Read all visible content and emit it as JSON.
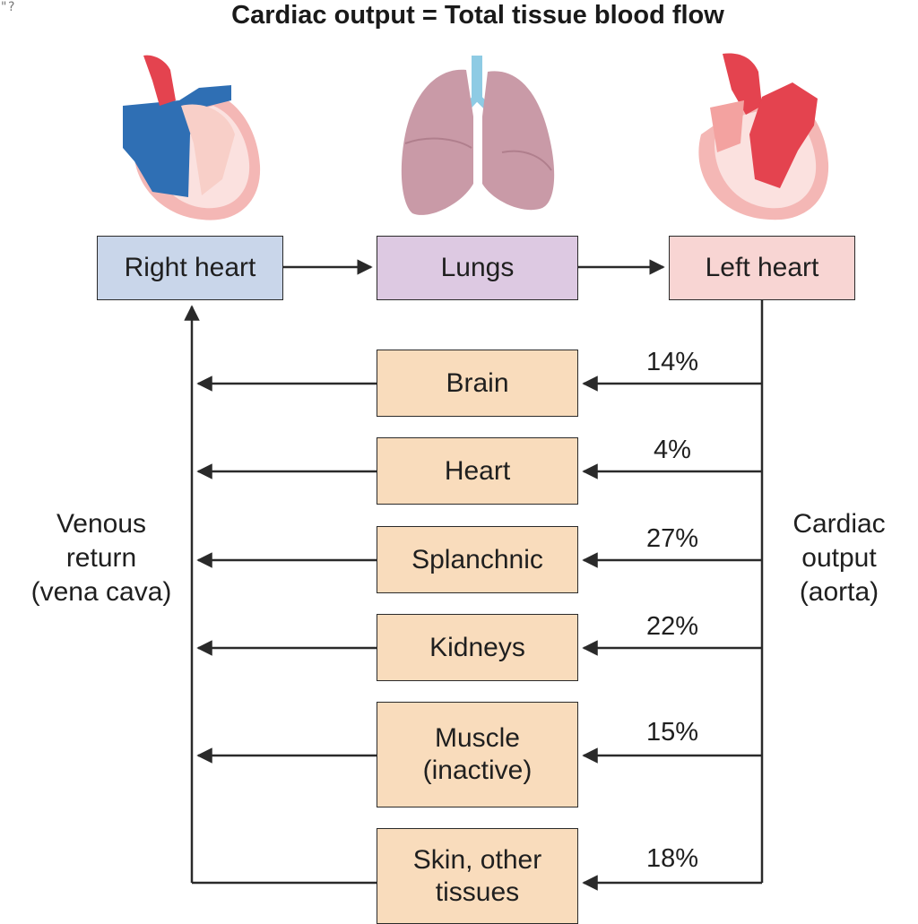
{
  "title": "Cardiac output = Total tissue blood flow",
  "corner_mark": "\"?",
  "colors": {
    "right_heart_box": "#c9d6ea",
    "lungs_box": "#ddc9e2",
    "left_heart_box": "#f8d5d3",
    "organ_box": "#f9dcbc",
    "line": "#2a2a2a",
    "venous_blue": "#2f6fb4",
    "arterial_red": "#e4434f",
    "heart_pink": "#f4b7b5",
    "lung_pink": "#c99aa7",
    "trachea_blue": "#8ecbe4"
  },
  "illustrations": [
    {
      "name": "right-heart-illustration",
      "icon": "heart-venous-icon"
    },
    {
      "name": "lungs-illustration",
      "icon": "lungs-icon"
    },
    {
      "name": "left-heart-illustration",
      "icon": "heart-arterial-icon"
    }
  ],
  "chain": {
    "right_heart": "Right heart",
    "lungs": "Lungs",
    "left_heart": "Left heart"
  },
  "left_label": "Venous\nreturn\n(vena cava)",
  "right_label": "Cardiac\noutput\n(aorta)",
  "organs": [
    {
      "label": "Brain",
      "percent": "14%"
    },
    {
      "label": "Heart",
      "percent": "4%"
    },
    {
      "label": "Splanchnic",
      "percent": "27%"
    },
    {
      "label": "Kidneys",
      "percent": "22%"
    },
    {
      "label": "Muscle\n(inactive)",
      "percent": "15%"
    },
    {
      "label": "Skin, other\ntissues",
      "percent": "18%"
    }
  ]
}
